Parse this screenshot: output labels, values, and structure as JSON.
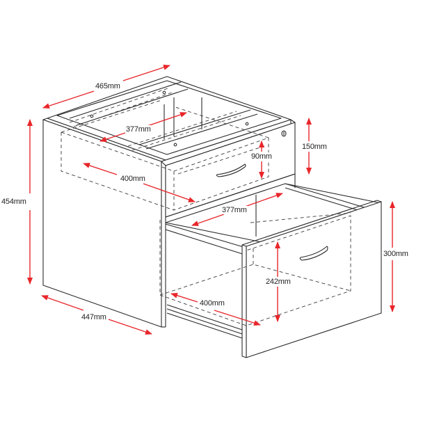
{
  "diagram": {
    "subject": "Two-drawer mobile pedestal with dimensions",
    "colors": {
      "line": "#2a2a2a",
      "dimension": "#e8262a",
      "background": "#ffffff"
    },
    "dimensions": {
      "overall_width": "465mm",
      "overall_height": "454mm",
      "overall_depth": "447mm",
      "top_drawer_inner_width": "377mm",
      "top_drawer_inner_depth": "400mm",
      "top_drawer_inner_height": "90mm",
      "top_drawer_front_height": "150mm",
      "bottom_drawer_inner_width": "377mm",
      "bottom_drawer_inner_depth": "400mm",
      "bottom_drawer_inner_height": "242mm",
      "bottom_drawer_front_height": "300mm"
    }
  }
}
